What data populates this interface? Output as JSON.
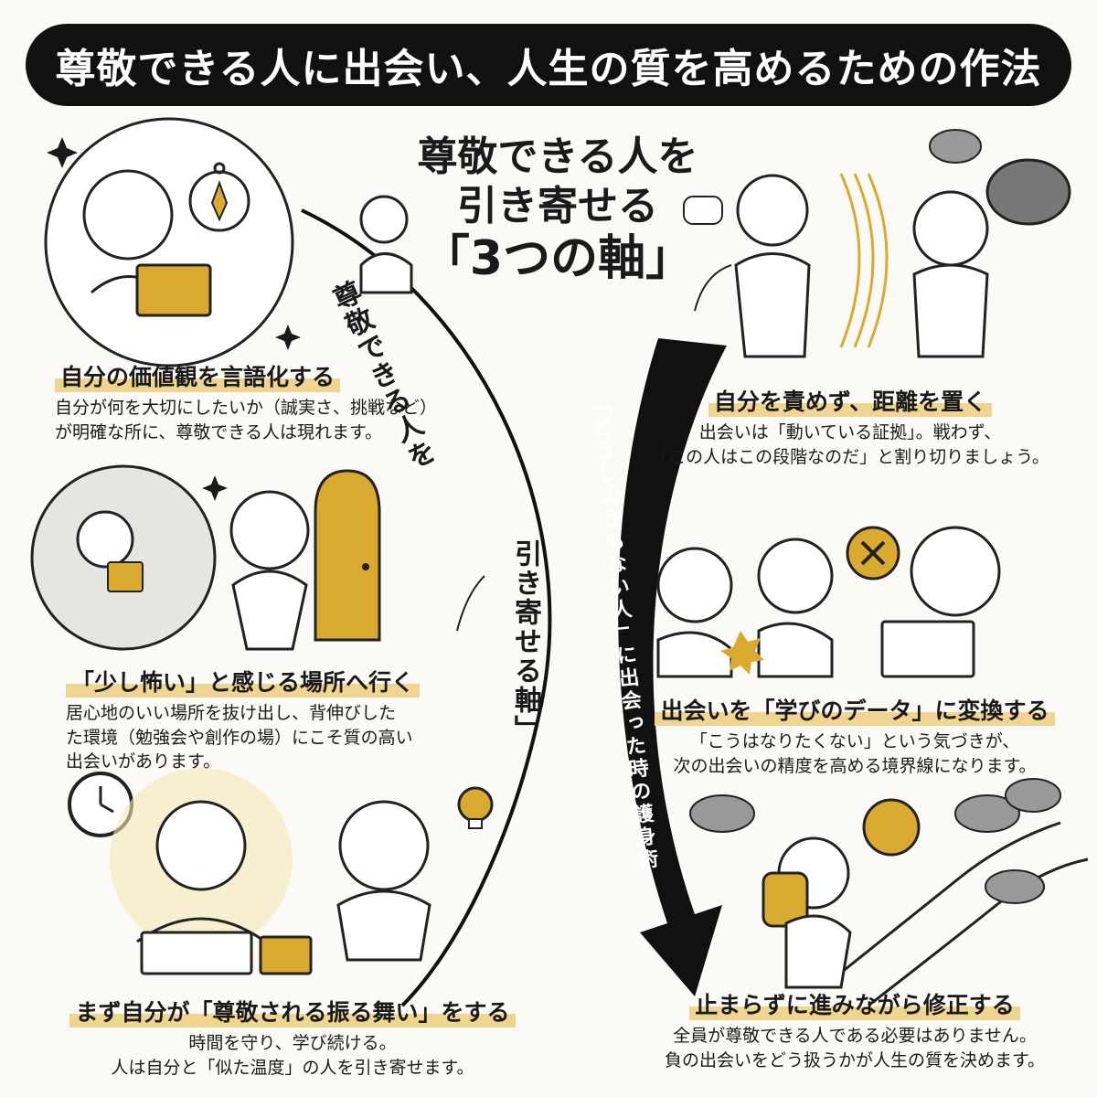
{
  "title": "尊敬できる人に出会い、人生の質を高めるための作法",
  "center_title": {
    "line1": "尊敬できる人を",
    "line2": "引き寄せる",
    "line3": "「3つの軸」"
  },
  "left_arc": {
    "upper": "尊敬できる人を",
    "lower": "引き寄せる軸」"
  },
  "right_arrow": {
    "label": "「どうしようもない人」に出会った時の護身術"
  },
  "left_sections": [
    {
      "heading": "自分の価値観を言語化する",
      "body": [
        "自分が何を大切にしたいか（誠実さ、挑戦など）",
        "が明確な所に、尊敬できる人は現れます。"
      ]
    },
    {
      "heading": "「少し怖い」と感じる場所へ行く",
      "body": [
        "居心地のいい場所を抜け出し、背伸びした",
        "た環境（勉強会や創作の場）にこそ質の高い",
        "出会いがあります。"
      ]
    },
    {
      "heading": "まず自分が「尊敬される振る舞い」をする",
      "body": [
        "時間を守り、学び続ける。",
        "人は自分と「似た温度」の人を引き寄せます。"
      ]
    }
  ],
  "right_sections": [
    {
      "heading": "自分を責めず、距離を置く",
      "body": [
        "出会いは「動いている証拠」。戦わず、",
        "「この人はこの段階なのだ」と割り切りましょう。"
      ]
    },
    {
      "heading": "出会いを「学びのデータ」に変換する",
      "body": [
        "「こうはなりたくない」という気づきが、",
        "次の出会いの精度を高める境界線になります。"
      ]
    },
    {
      "heading": "止まらずに進みながら修正する",
      "body": [
        "全員が尊敬できる人である必要はありません。",
        "負の出会いをどう扱うかが人生の質を決めます。"
      ]
    }
  ],
  "colors": {
    "banner": "#111111",
    "accent_gold": "#d9a930",
    "highlight": "#f0d590",
    "arrow": "#111111"
  },
  "icons": [
    "compass-icon",
    "book-icon",
    "door-icon",
    "clock-icon",
    "lightbulb-icon",
    "cross-icon",
    "tools-icon",
    "storm-cloud-icon",
    "speech-bubble-icon",
    "sparkle-icon",
    "leaf-icon"
  ]
}
